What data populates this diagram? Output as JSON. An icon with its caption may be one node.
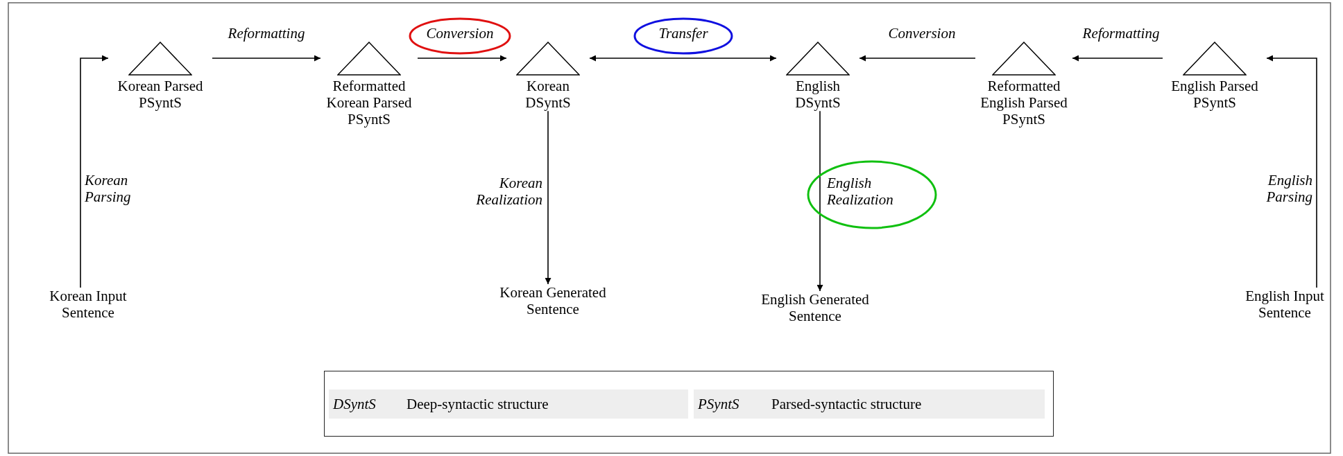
{
  "diagram": {
    "nodes": [
      {
        "text": [
          "Korean Parsed PSyntS"
        ]
      },
      {
        "text": [
          "Reformatted Korean Parsed PSyntS"
        ]
      },
      {
        "text": [
          "Korean DSyntS"
        ]
      },
      {
        "text": [
          "English DSyntS"
        ]
      },
      {
        "text": [
          "Reformatted English Parsed PSyntS"
        ]
      },
      {
        "text": [
          "English Parsed PSyntS"
        ]
      },
      {
        "text": [
          "Korean Input Sentence"
        ]
      },
      {
        "text": [
          "Korean Generated Sentence"
        ]
      },
      {
        "text": [
          "English Generated Sentence"
        ]
      },
      {
        "text": [
          "English Input Sentence"
        ]
      }
    ],
    "edges": [
      {
        "from": 6,
        "to": 0,
        "arrow": "to",
        "label": "Korean Parsing"
      },
      {
        "from": 0,
        "to": 1,
        "arrow": "to",
        "label": "Reformatting"
      },
      {
        "from": 1,
        "to": 2,
        "arrow": "to",
        "label": "Conversion"
      },
      {
        "from": 2,
        "to": 3,
        "arrow": "both",
        "label": "Transfer"
      },
      {
        "from": 4,
        "to": 3,
        "arrow": "to",
        "label": "Conversion"
      },
      {
        "from": 5,
        "to": 4,
        "arrow": "to",
        "label": "Reformatting"
      },
      {
        "from": 9,
        "to": 5,
        "arrow": "to",
        "label": "English Parsing"
      },
      {
        "from": 2,
        "to": 7,
        "arrow": "to",
        "label": "Korean Realization"
      },
      {
        "from": 3,
        "to": 8,
        "arrow": "to",
        "label": "English Realization"
      }
    ],
    "labels": [
      "DSyntS",
      "Deep-syntactic structure",
      "PSyntS",
      "Parsed-syntactic structure"
    ]
  }
}
